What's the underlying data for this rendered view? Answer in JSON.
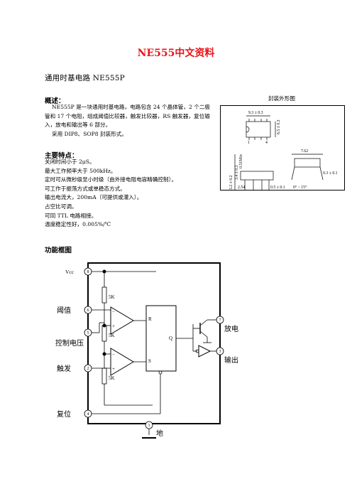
{
  "title": "NE555中文资料",
  "subtitle": "通用时基电路  NE555P",
  "overview": {
    "heading": "概述：",
    "p1": "NE555P 是一块通用时基电路，电路包含 24 个晶体管，2 个二极管和 17 个电阻，组成阈值比较器，触发比较器，RS 触发器，复位输入，放电和输出等 6 部分。",
    "p2": "采用 DIP8、SOP8 封装形式。"
  },
  "features": {
    "heading": "主要特点：",
    "items": [
      "关闭时间小于 2μS。",
      "最大工作频率大于 500kHz。",
      "定时可从微秒级至小时级（由外接电阻电容精确控制）。",
      "可工作于振荡方式或单稳态方式。",
      "输出电流大，200mA（可提供或灌入）。",
      "占空比可调。",
      "可同 TTL 电路相接。",
      "温度稳定性好，0.005%/℃"
    ]
  },
  "package": {
    "caption": "封装外形图",
    "dims": {
      "body_length": "9.3 ± 0.3",
      "body_width": "6.5 ± 0.3",
      "pin1": "1",
      "pin4": "4",
      "row_spacing": "7.62",
      "lead_height": "3.2 ± 0.2",
      "body_height": "3.4 ± 0.3",
      "seating": "0.51Min",
      "pitch": "2.54",
      "lead_width": "0.5 ± 0.1",
      "angle": "0° ~ 15°",
      "lead_thickness": "0.3 ± 0.1"
    }
  },
  "functional": {
    "heading": "功能框图",
    "labels": {
      "vcc": "Vcc",
      "threshold": "阈值",
      "control": "控制电压",
      "trigger": "触发",
      "reset": "复位",
      "discharge": "放电",
      "output": "输出",
      "ground": "地",
      "r1": "5K",
      "r2": "5K",
      "r3": "5K",
      "ff_r": "R",
      "ff_s": "S",
      "ff_q": "Q"
    },
    "pins": {
      "vcc": "8",
      "threshold": "6",
      "control": "5",
      "trigger": "2",
      "reset": "4",
      "ground": "1",
      "discharge": "7",
      "output": "3"
    }
  }
}
